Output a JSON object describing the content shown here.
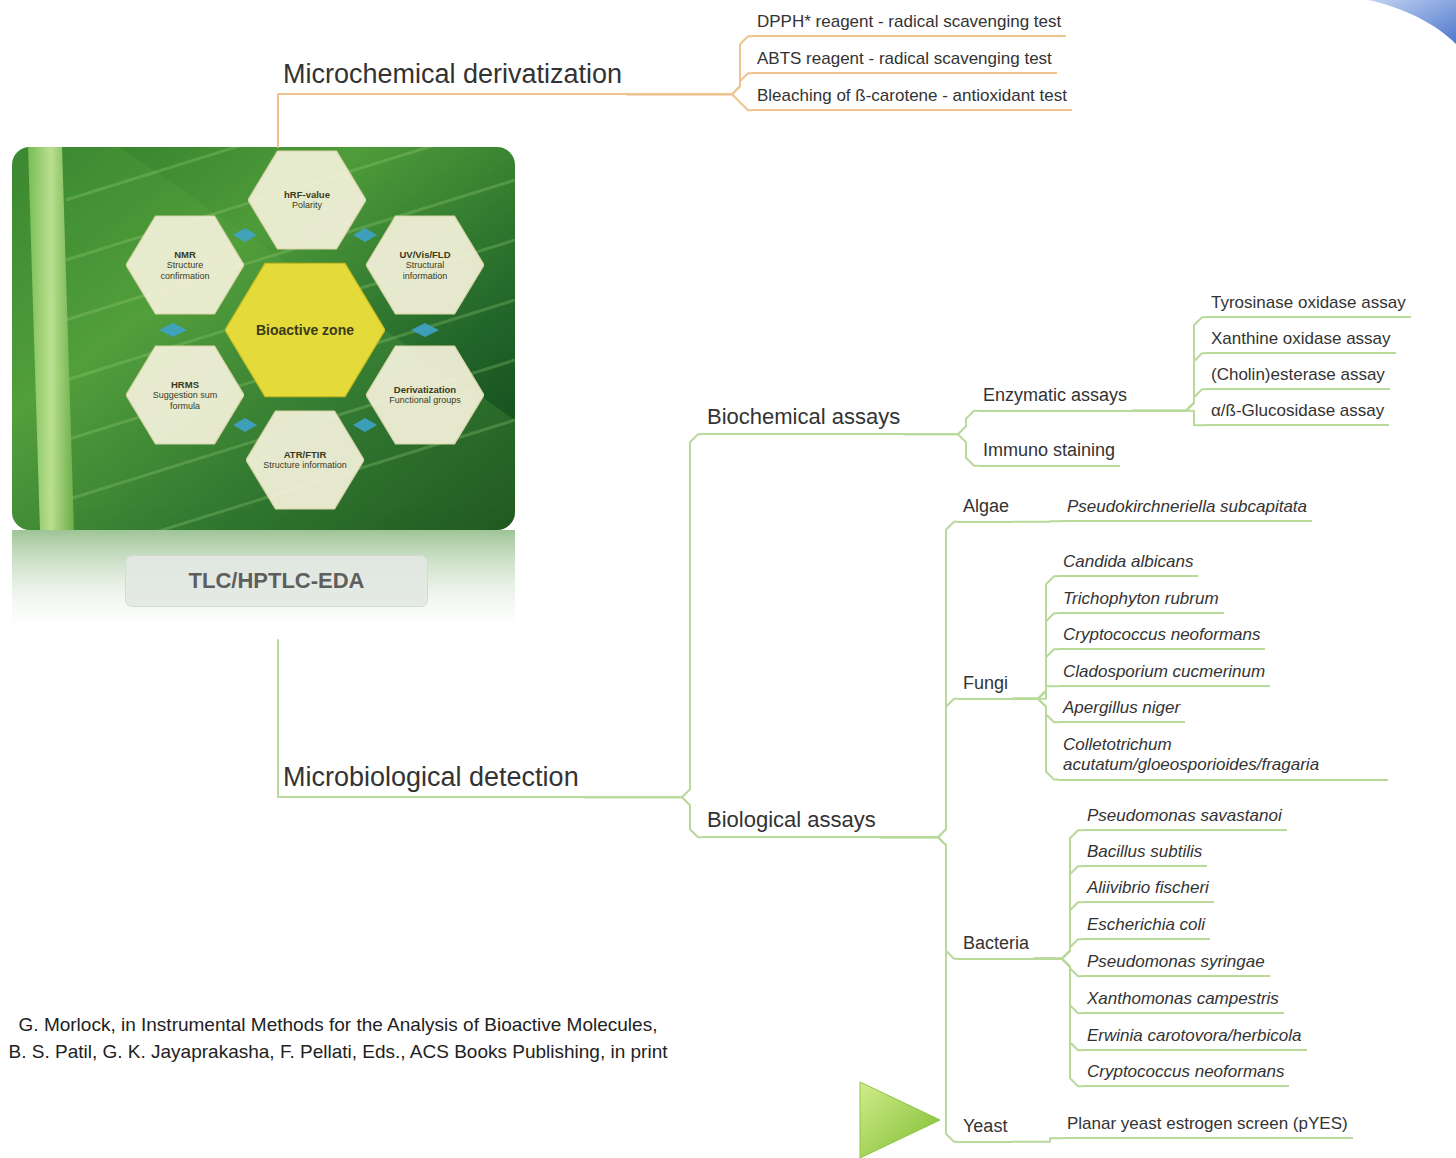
{
  "diagram": {
    "caption": "G. Morlock, in Instrumental Methods for the Analysis of Bioactive Molecules, B. S. Patil, G. K. Jayaprakasha, F. Pellati, Eds., ACS Books Publishing, in print",
    "nodes": [
      {
        "text": [
          "TLC/HPTLC-EDA"
        ]
      },
      {
        "text": [
          "hRF-value",
          "Polarity"
        ],
        "in": 0
      },
      {
        "text": [
          "NMR",
          "Structure confirmation"
        ],
        "in": 0
      },
      {
        "text": [
          "UV/Vis/FLD",
          "Structural information"
        ],
        "in": 0
      },
      {
        "text": [
          "Bioactive zone"
        ],
        "in": 0
      },
      {
        "text": [
          "HRMS",
          "Suggestion sum formula"
        ],
        "in": 0
      },
      {
        "text": [
          "Derivatization",
          "Functional groups"
        ],
        "in": 0
      },
      {
        "text": [
          "ATR/FTIR",
          "Structure information"
        ],
        "in": 0
      },
      {
        "text": [
          "Microchemical derivatization"
        ]
      },
      {
        "text": [
          "DPPH* reagent - radical scavenging test"
        ]
      },
      {
        "text": [
          "ABTS reagent - radical scavenging test"
        ]
      },
      {
        "text": [
          "Bleaching of ß-carotene - antioxidant test"
        ]
      },
      {
        "text": [
          "Microbiological detection"
        ]
      },
      {
        "text": [
          "Biochemical assays"
        ]
      },
      {
        "text": [
          "Enzymatic assays"
        ]
      },
      {
        "text": [
          "Tyrosinase oxidase assay"
        ]
      },
      {
        "text": [
          "Xanthine oxidase assay"
        ]
      },
      {
        "text": [
          "(Cholin)esterase assay"
        ]
      },
      {
        "text": [
          "α/ß-Glucosidase assay"
        ]
      },
      {
        "text": [
          "Immuno staining"
        ]
      },
      {
        "text": [
          "Biological assays"
        ]
      },
      {
        "text": [
          "Algae"
        ]
      },
      {
        "text": [
          "Pseudokirchneriella subcapitata"
        ]
      },
      {
        "text": [
          "Fungi"
        ]
      },
      {
        "text": [
          "Candida albicans"
        ]
      },
      {
        "text": [
          "Trichophyton rubrum"
        ]
      },
      {
        "text": [
          "Cryptococcus neoformans"
        ]
      },
      {
        "text": [
          "Cladosporium cucmerinum"
        ]
      },
      {
        "text": [
          "Apergillus niger"
        ]
      },
      {
        "text": [
          "Colletotrichum acutatum/gloeosporioides/fragaria"
        ]
      },
      {
        "text": [
          "Bacteria"
        ]
      },
      {
        "text": [
          "Pseudomonas savastanoi"
        ]
      },
      {
        "text": [
          "Bacillus subtilis"
        ]
      },
      {
        "text": [
          "Aliivibrio fischeri"
        ]
      },
      {
        "text": [
          "Escherichia coli"
        ]
      },
      {
        "text": [
          "Pseudomonas syringae"
        ]
      },
      {
        "text": [
          "Xanthomonas campestris"
        ]
      },
      {
        "text": [
          "Erwinia carotovora/herbicola"
        ]
      },
      {
        "text": [
          "Cryptococcus neoformans"
        ]
      },
      {
        "text": [
          "Yeast"
        ]
      },
      {
        "text": [
          "Planar yeast estrogen screen (pYES)"
        ]
      }
    ],
    "edges": [
      {
        "from": 0,
        "to": 8,
        "arrow": "none"
      },
      {
        "from": 8,
        "to": 9,
        "arrow": "none"
      },
      {
        "from": 8,
        "to": 10,
        "arrow": "none"
      },
      {
        "from": 8,
        "to": 11,
        "arrow": "none"
      },
      {
        "from": 0,
        "to": 12,
        "arrow": "none"
      },
      {
        "from": 12,
        "to": 13,
        "arrow": "none"
      },
      {
        "from": 13,
        "to": 14,
        "arrow": "none"
      },
      {
        "from": 14,
        "to": 15,
        "arrow": "none"
      },
      {
        "from": 14,
        "to": 16,
        "arrow": "none"
      },
      {
        "from": 14,
        "to": 17,
        "arrow": "none"
      },
      {
        "from": 14,
        "to": 18,
        "arrow": "none"
      },
      {
        "from": 13,
        "to": 19,
        "arrow": "none"
      },
      {
        "from": 12,
        "to": 20,
        "arrow": "none"
      },
      {
        "from": 20,
        "to": 21,
        "arrow": "none"
      },
      {
        "from": 21,
        "to": 22,
        "arrow": "none"
      },
      {
        "from": 20,
        "to": 23,
        "arrow": "none"
      },
      {
        "from": 23,
        "to": 24,
        "arrow": "none"
      },
      {
        "from": 23,
        "to": 25,
        "arrow": "none"
      },
      {
        "from": 23,
        "to": 26,
        "arrow": "none"
      },
      {
        "from": 23,
        "to": 27,
        "arrow": "none"
      },
      {
        "from": 23,
        "to": 28,
        "arrow": "none"
      },
      {
        "from": 23,
        "to": 29,
        "arrow": "none"
      },
      {
        "from": 20,
        "to": 30,
        "arrow": "none"
      },
      {
        "from": 30,
        "to": 31,
        "arrow": "none"
      },
      {
        "from": 30,
        "to": 32,
        "arrow": "none"
      },
      {
        "from": 30,
        "to": 33,
        "arrow": "none"
      },
      {
        "from": 30,
        "to": 34,
        "arrow": "none"
      },
      {
        "from": 30,
        "to": 35,
        "arrow": "none"
      },
      {
        "from": 30,
        "to": 36,
        "arrow": "none"
      },
      {
        "from": 30,
        "to": 37,
        "arrow": "none"
      },
      {
        "from": 30,
        "to": 38,
        "arrow": "none"
      },
      {
        "from": 20,
        "to": 39,
        "arrow": "none"
      },
      {
        "from": 39,
        "to": 40,
        "arrow": "none"
      }
    ]
  }
}
